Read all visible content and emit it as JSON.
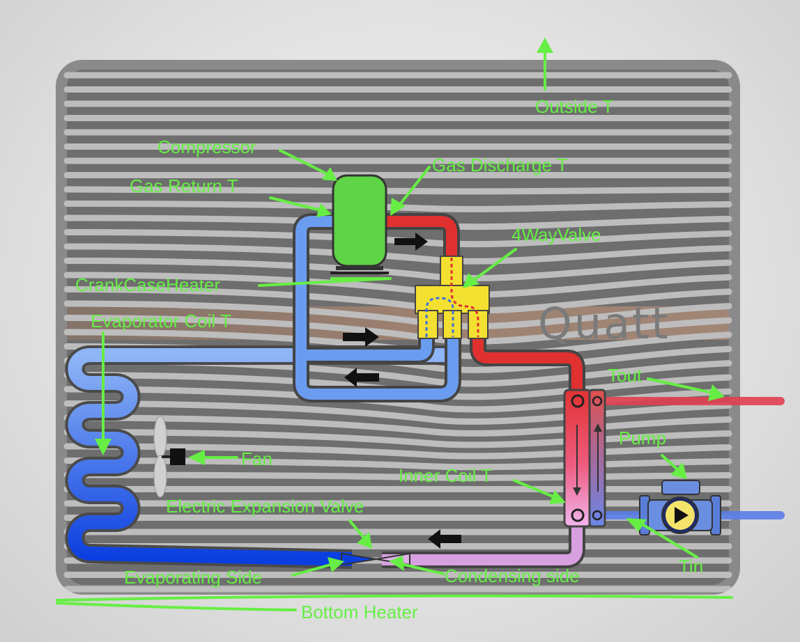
{
  "diagram": {
    "brand": "Quatt",
    "labels": {
      "outside_t": "Outside T",
      "compressor": "Compressor",
      "gas_discharge_t": "Gas Discharge T",
      "gas_return_t": "Gas Return T",
      "four_way_valve": "4WayValve",
      "crank_case_heater": "CrankCaseHeater",
      "evaporator_coil_t": "Evaporator Coil T",
      "tout": "Tout",
      "pump": "Pump",
      "fan": "Fan",
      "inner_coil_t": "Inner Coil T",
      "electric_expansion_valve": "Electric Expansion Valve",
      "evaporating_side": "Evaporating Side",
      "condensing_side": "Condensing side",
      "tin": "Tin",
      "bottom_heater": "Bottom Heater"
    },
    "colors": {
      "label": "#66ee44",
      "hot_pipe": "#e03030",
      "cold_pipe": "#6a9cf0",
      "evaporator_dark": "#0a3ee0",
      "condensing_pipe": "#d8a0e0",
      "valve": "#f4e030",
      "compressor": "#5fd446",
      "casing": "#7c7c7c"
    }
  }
}
